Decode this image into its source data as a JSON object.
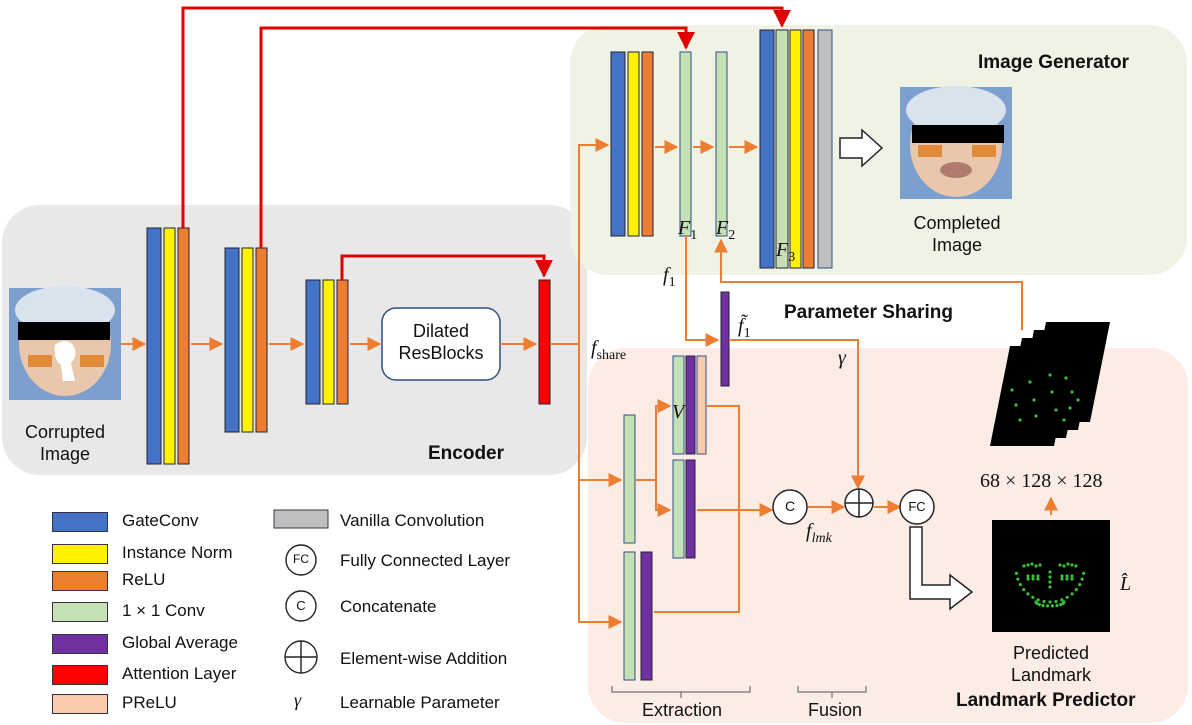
{
  "colors": {
    "gateconv": "#4472C4",
    "instance_norm": "#FFF200",
    "relu": "#ED7D31",
    "conv1x1": "#C5E0B4",
    "global_average": "#7030A0",
    "attention": "#FF0000",
    "prelu": "#F8CBAD",
    "vanilla": "#BFBFBF",
    "skip_arrow": "#E00000",
    "flow_arrow": "#ED7D31",
    "encoder_bg": "#E8E8E8",
    "generator_bg": "#EEF3E6",
    "predictor_bg": "#FBEDE6"
  },
  "regions": {
    "encoder": "Encoder",
    "generator": "Image Generator",
    "predictor": "Landmark Predictor",
    "sharing": "Parameter Sharing"
  },
  "labels": {
    "corrupted": [
      "Corrupted",
      "Image"
    ],
    "completed": [
      "Completed",
      "Image"
    ],
    "predicted": [
      "Predicted",
      "Landmark"
    ],
    "dilated": [
      "Dilated",
      "ResBlocks"
    ],
    "f_share": "f",
    "f_share_sub": "share",
    "f1": "f",
    "f1_sub": "1",
    "f1_tilde": "f̃",
    "f1_tilde_sub": "1",
    "gamma": "γ",
    "F1": "F",
    "F1_sub": "1",
    "F2": "F",
    "F2_sub": "2",
    "F3": "F",
    "F3_sub": "3",
    "V": "V",
    "f_lmk": "f",
    "f_lmk_sub": "lmk",
    "heatmap_dims": "68 × 128 × 128",
    "L_hat": "L̂",
    "extraction": "Extraction",
    "fusion": "Fusion",
    "concat_symbol": "C",
    "fc_symbol": "FC"
  },
  "legend": [
    {
      "label": "GateConv",
      "color": "#4472C4"
    },
    {
      "label": "Instance Norm",
      "color": "#FFF200"
    },
    {
      "label": "ReLU",
      "color": "#ED7D31"
    },
    {
      "label": "1 × 1 Conv",
      "color": "#C5E0B4"
    },
    {
      "label": "Global Average",
      "color": "#7030A0"
    },
    {
      "label": "Attention Layer",
      "color": "#FF0000"
    },
    {
      "label": "PReLU",
      "color": "#F8CBAD"
    }
  ],
  "legend2": {
    "vanilla": "Vanilla Convolution",
    "fc_symbol": "FC",
    "fc": "Fully Connected Layer",
    "concat_symbol": "C",
    "concat": "Concatenate",
    "add": "Element-wise Addition",
    "gamma_symbol": "γ",
    "learnable": "Learnable Parameter"
  }
}
